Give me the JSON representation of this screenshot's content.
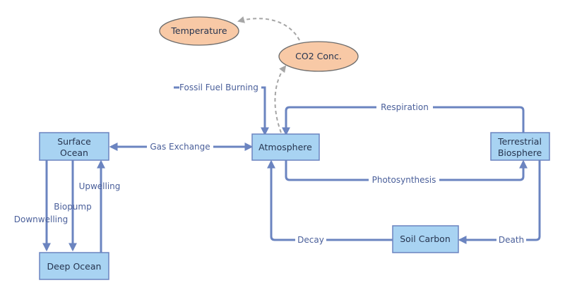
{
  "colors": {
    "arrow": "#6b84c0",
    "dashed": "#a6a6a6",
    "box_fill": "#a8d3f2",
    "box_stroke": "#6b84c0",
    "oval_fill": "#f8c9a6",
    "oval_stroke": "#6b6b6b",
    "text": "#26344f",
    "edge_text": "#4a5f9a"
  },
  "nodes": {
    "surface_ocean": [
      "Surface",
      "Ocean"
    ],
    "deep_ocean": "Deep Ocean",
    "atmosphere": "Atmosphere",
    "terrestrial_biosphere": [
      "Terrestrial",
      "Biosphere"
    ],
    "soil_carbon": "Soil Carbon",
    "temperature": "Temperature",
    "co2_conc": "CO2 Conc."
  },
  "edges": {
    "fossil_fuel_burning": "Fossil Fuel Burning",
    "gas_exchange": "Gas Exchange",
    "respiration": "Respiration",
    "photosynthesis": "Photosynthesis",
    "decay": "Decay",
    "death": "Death",
    "downwelling": "Downwelling",
    "biopump": "Biopump",
    "upwelling": "Upwelling"
  }
}
